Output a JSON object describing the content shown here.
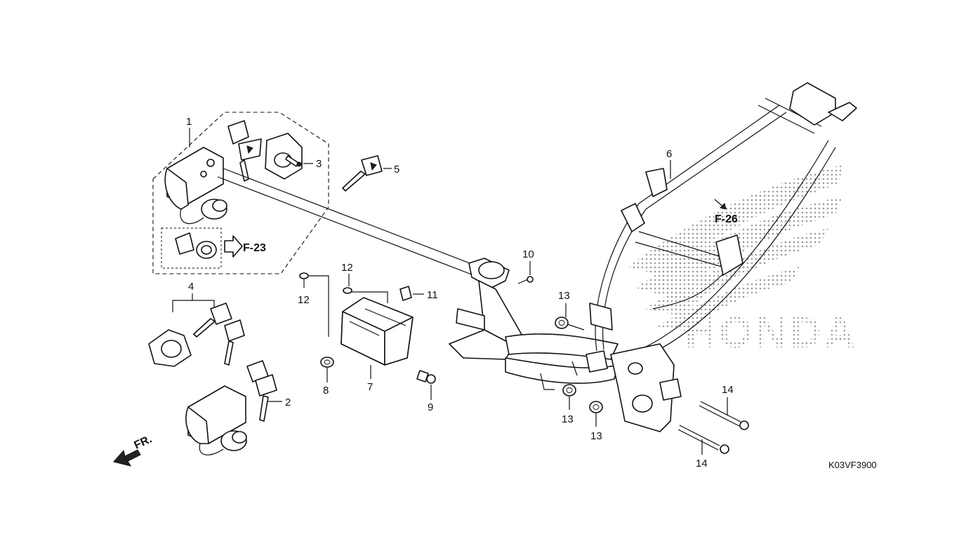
{
  "diagram": {
    "code": "K03VF3900",
    "watermark": "HONDA",
    "direction_label": "FR.",
    "refs": {
      "f23": "F-23",
      "f26": "F-26"
    },
    "callouts": {
      "c1": "1",
      "c2": "2",
      "c3": "3",
      "c4": "4",
      "c5": "5",
      "c6": "6",
      "c7": "7",
      "c8": "8",
      "c9": "9",
      "c10": "10",
      "c11": "11",
      "c12a": "12",
      "c12b": "12",
      "c13a": "13",
      "c13b": "13",
      "c13c": "13",
      "c14a": "14",
      "c14b": "14"
    }
  }
}
